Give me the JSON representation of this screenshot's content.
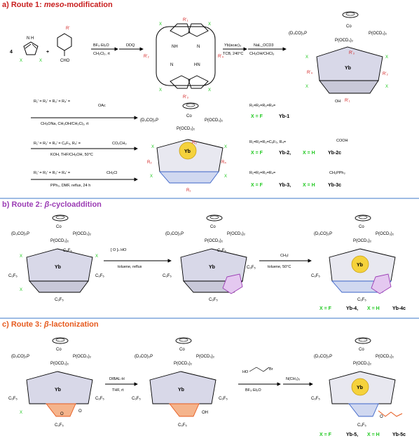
{
  "routes": [
    {
      "prefix": "a) Route 1: ",
      "emph": "meso",
      "suffix": "-modification",
      "color": "#c81e1e"
    },
    {
      "prefix": "b) Route 2: ",
      "emph": "β",
      "suffix": "-cycloaddition",
      "color": "#9b3cb4"
    },
    {
      "prefix": "c) Route 3: ",
      "emph": "β",
      "suffix": "-lactonization",
      "color": "#e65a1e"
    }
  ],
  "route1": {
    "coefficient": "4",
    "pyrrole_nh": "H",
    "aldehyde": "CHO",
    "rprime": "R'",
    "step1": {
      "reagent": "BF₃·Et₂O",
      "solvent": "CH₂Cl₂, rt"
    },
    "step2": {
      "reagent": "DDQ"
    },
    "step3": {
      "reagent": "Yb(acac)₃",
      "solvent": "TCB, 240°C"
    },
    "step4": {
      "reagent": "NaL_OCD3",
      "solvent": "CH₃OH/CHCl₃"
    },
    "porphyrin_labels": {
      "nh": "NH",
      "hn": "HN",
      "n": "N",
      "r1": "R'₁",
      "r2": "R'₂",
      "r3": "R'₃",
      "r4": "R'₄"
    },
    "complex_labels": {
      "co": "Co",
      "p_left": "(D₃CO)₂P",
      "p_mid": "P(OCD₃)₂",
      "p_right": "P(OCD₃)₂",
      "o": "O",
      "yb": "Yb",
      "x": "X"
    },
    "conditions": [
      {
        "top": "R₁' = R₂' = R₃' = R₄' =",
        "bottom": "CH₃ONa, CH₃OH/CH₂Cl₂, rt",
        "group": "OAc"
      },
      {
        "top": "R₁' = R₂' = R₃' = C₆F₅, R₄' =",
        "bottom": "KOH, THF/CH₃OH, 50°C",
        "group": "CO₂CH₃"
      },
      {
        "top": "R₁' = R₂' = R₃' = R₄' =",
        "bottom": "PPh₃, DMF, reflux, 24 h",
        "group": "CH₂Cl"
      }
    ],
    "products": [
      {
        "definition": "R₁=R₂=R₃=R₄=",
        "group": "OH",
        "xF": "X = F",
        "name": "Yb-1"
      },
      {
        "definition": "R₁=R₂=R₃=C₆F₅, R₄=",
        "group": "COOH",
        "xF": "X = F",
        "name": "Yb-2,",
        "xH": "X = H",
        "name2": "Yb-2c"
      },
      {
        "definition": "R₁=R₂=R₃=R₄=",
        "group": "CH₂PPh₃",
        "xF": "X = F",
        "name": "Yb-3,",
        "xH": "X = H",
        "name2": "Yb-3c"
      }
    ]
  },
  "route2": {
    "reagent_conditions": "toluene, reflux",
    "methylation": {
      "reagent": "CH₃I",
      "solvent": "toluene, 50°C"
    },
    "c6f5": "C₆F₅",
    "product": {
      "xF": "X = F",
      "name": "Yb-4,",
      "xH": "X = H",
      "name2": "Yb-4c"
    }
  },
  "route3": {
    "step1": {
      "reagent": "DIBAL-H",
      "solvent": "THF, rt"
    },
    "step2": {
      "reagent": "HO",
      "solvent": "BF₃·Et₂O",
      "br": "Br"
    },
    "step3": {
      "reagent": "N(CH₃)₃"
    },
    "lactone_o": "O",
    "oh": "OH",
    "product": {
      "xF": "X = F",
      "name": "Yb-5,",
      "xH": "X = H",
      "name2": "Yb-5c"
    }
  },
  "colors": {
    "route_a": "#c81e1e",
    "route_b": "#9b3cb4",
    "route_c": "#e65a1e",
    "fluoro_green": "#1ec81e",
    "ytterbium": "#f5d23c",
    "pyrrole_blue": "#3c64c8",
    "divider": "#3c78c8"
  }
}
